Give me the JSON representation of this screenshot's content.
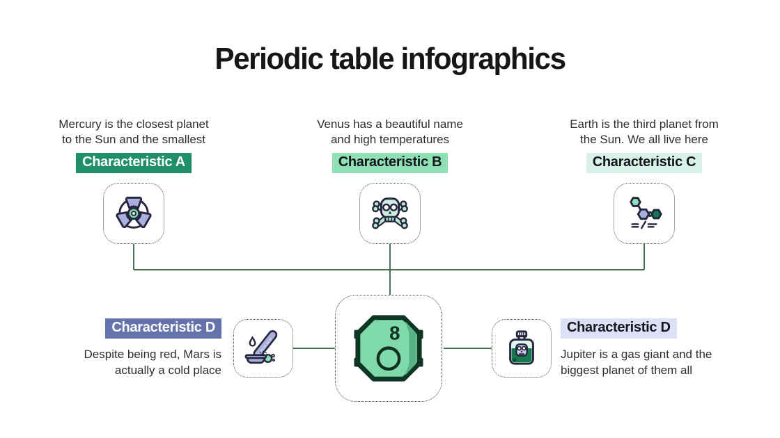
{
  "title": "Periodic table infographics",
  "top_sections": [
    {
      "description_line1": "Mercury is the closest planet",
      "description_line2": "to the Sun and the smallest",
      "label": "Characteristic A",
      "label_bg": "#1f8f68",
      "label_text": "#ffffff",
      "icon": "radiation-icon"
    },
    {
      "description_line1": "Venus has a beautiful name",
      "description_line2": "and high temperatures",
      "label": "Characteristic B",
      "label_bg": "#8fe0b4",
      "label_text": "#15151f",
      "icon": "skull-crossbones-icon"
    },
    {
      "description_line1": "Earth is the third planet from",
      "description_line2": "the Sun. We all live here",
      "label": "Characteristic C",
      "label_bg": "#d8f2e8",
      "label_text": "#15151f",
      "icon": "molecule-icon"
    }
  ],
  "bottom_sections": [
    {
      "label": "Characteristic D",
      "label_bg": "#6473ac",
      "label_text": "#ffffff",
      "description_line1": "Despite being red, Mars is",
      "description_line2": "actually a cold place",
      "icon": "test-tube-pour-icon"
    },
    {
      "label": "Characteristic D",
      "label_bg": "#dde1f6",
      "label_text": "#15151f",
      "description_line1": "Jupiter is a gas giant and the",
      "description_line2": "biggest planet of them all",
      "icon": "poison-bottle-icon"
    }
  ],
  "center_element": {
    "number": "8"
  },
  "colors": {
    "connector": "#4a7156",
    "tile_fill": "#7fd9a8",
    "tile_bevel": "#58b286",
    "tile_border": "#0f3524",
    "icon_outline": "#26263e",
    "icon_lavender": "#a9b0dd",
    "icon_mint": "#b9ecd2",
    "icon_pale_mint": "#dff4ea",
    "icon_dark_green": "#157a52",
    "body_text": "#2d2d2d",
    "title_text": "#161616"
  }
}
